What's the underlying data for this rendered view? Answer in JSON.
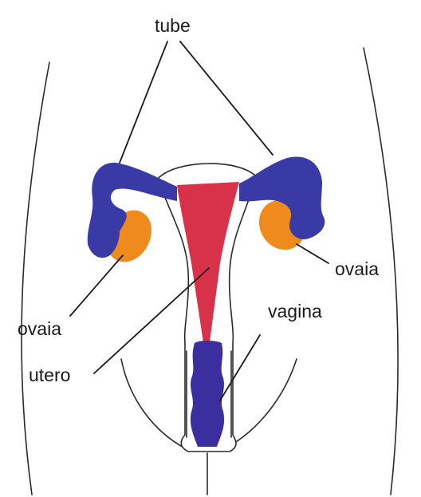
{
  "labels": {
    "tube": "tube",
    "ovary_left": "ovaia",
    "ovary_right": "ovaia",
    "vagina": "vagina",
    "uterus": "utero"
  },
  "colors": {
    "tube": "#3a3aa6",
    "uterus": "#d8324a",
    "ovary": "#ef8a1c",
    "vagina": "#3b2fa0",
    "outline": "#2a2a2a"
  }
}
